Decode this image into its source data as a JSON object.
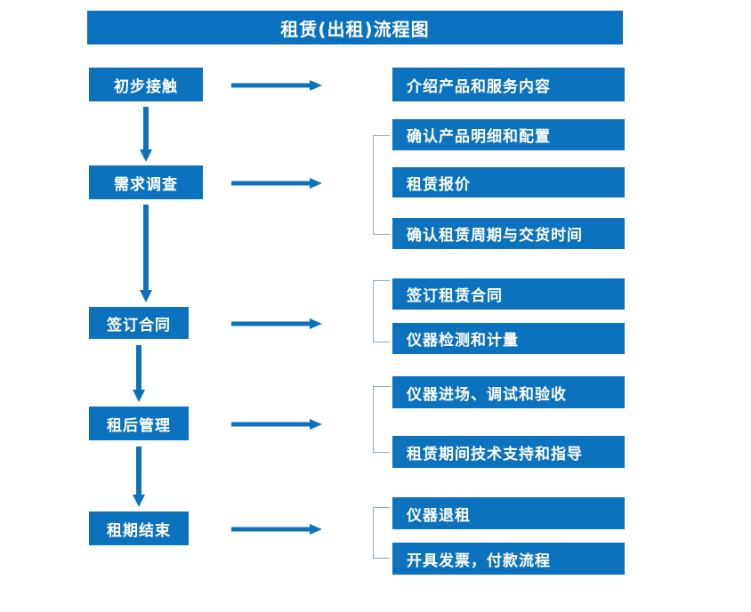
{
  "title": "租赁(出租)流程图",
  "colors": {
    "box_fill": "#0d72be",
    "title_fill": "#0a71be",
    "arrow": "#0d72be",
    "bracket": "#8aa9c4",
    "text": "#ffffff",
    "background": "#ffffff"
  },
  "stages": [
    {
      "label": "初步接触"
    },
    {
      "label": "需求调查"
    },
    {
      "label": "签订合同"
    },
    {
      "label": "租后管理"
    },
    {
      "label": "租期结束"
    }
  ],
  "details": [
    {
      "label": "介绍产品和服务内容"
    },
    {
      "label": "确认产品明细和配置"
    },
    {
      "label": "租赁报价"
    },
    {
      "label": "确认租赁周期与交货时间"
    },
    {
      "label": "签订租赁合同"
    },
    {
      "label": "仪器检测和计量"
    },
    {
      "label": "仪器进场、调试和验收"
    },
    {
      "label": "租赁期间技术支持和指导"
    },
    {
      "label": "仪器退租"
    },
    {
      "label": "开具发票，付款流程"
    }
  ],
  "connectors": {
    "horizontal_arrow_count": 5,
    "vertical_arrow_count": 4,
    "bracket_count": 4
  }
}
